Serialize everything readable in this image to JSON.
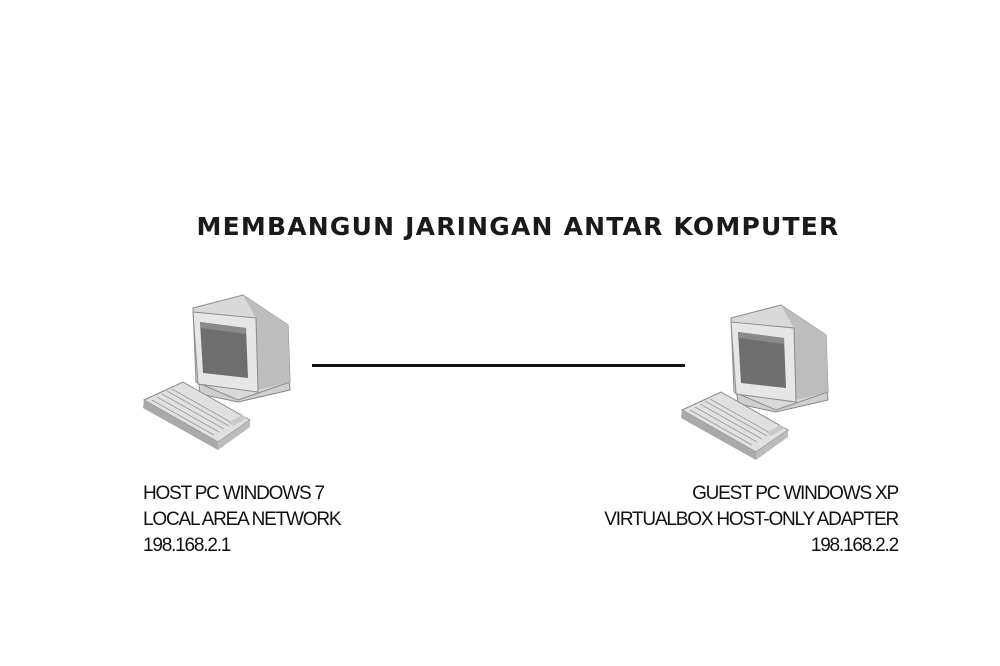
{
  "title": "MEMBANGUN JARINGAN ANTAR KOMPUTER",
  "host": {
    "name": "HOST PC WINDOWS 7",
    "network": "LOCAL AREA NETWORK",
    "ip": "198.168.2.1",
    "icon": "desktop-computer-icon"
  },
  "guest": {
    "name": "GUEST PC WINDOWS XP",
    "network": "VIRTUALBOX HOST-ONLY ADAPTER",
    "ip": "198.168.2.2",
    "icon": "desktop-computer-icon"
  },
  "colors": {
    "background": "#ffffff",
    "line": "#111111",
    "computer_body": "#dcdcdc",
    "computer_shadow": "#9a9a9a",
    "screen": "#6e6e6e"
  }
}
